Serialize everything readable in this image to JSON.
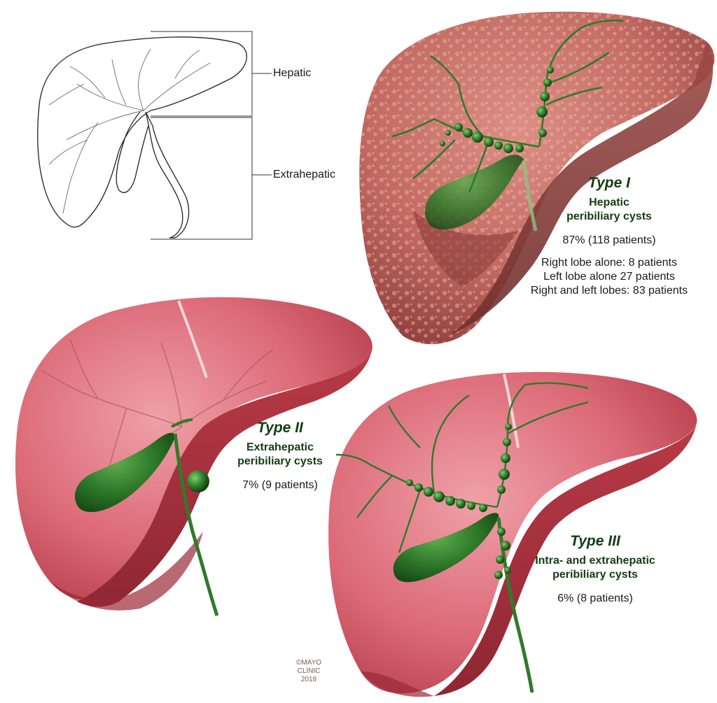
{
  "schematic": {
    "hepatic_label": "Hepatic",
    "extrahepatic_label": "Extrahepatic"
  },
  "type1": {
    "title": "Type I",
    "subtitle_line1": "Hepatic",
    "subtitle_line2": "peribiliary cysts",
    "stat": "87% (118 patients)",
    "detail1": "Right lobe alone: 8 patients",
    "detail2": "Left lobe alone 27 patients",
    "detail3": "Right and left lobes: 83 patients"
  },
  "type2": {
    "title": "Type II",
    "subtitle_line1": "Extrahepatic",
    "subtitle_line2": "peribiliary cysts",
    "stat": "7% (9 patients)"
  },
  "type3": {
    "title": "Type III",
    "subtitle_line1": "Intra- and extrahepatic",
    "subtitle_line2": "peribiliary cysts",
    "stat": "6% (8 patients)"
  },
  "credit": {
    "line1": "©MAYO",
    "line2": "CLINIC",
    "line3": "2018"
  },
  "colors": {
    "liver_pink": "#d9606f",
    "liver_dark": "#a8323f",
    "cirrhotic": "#c9756a",
    "bile_green": "#2f7a2a",
    "bile_dark": "#1d5a1a",
    "title_green": "#123d12"
  }
}
